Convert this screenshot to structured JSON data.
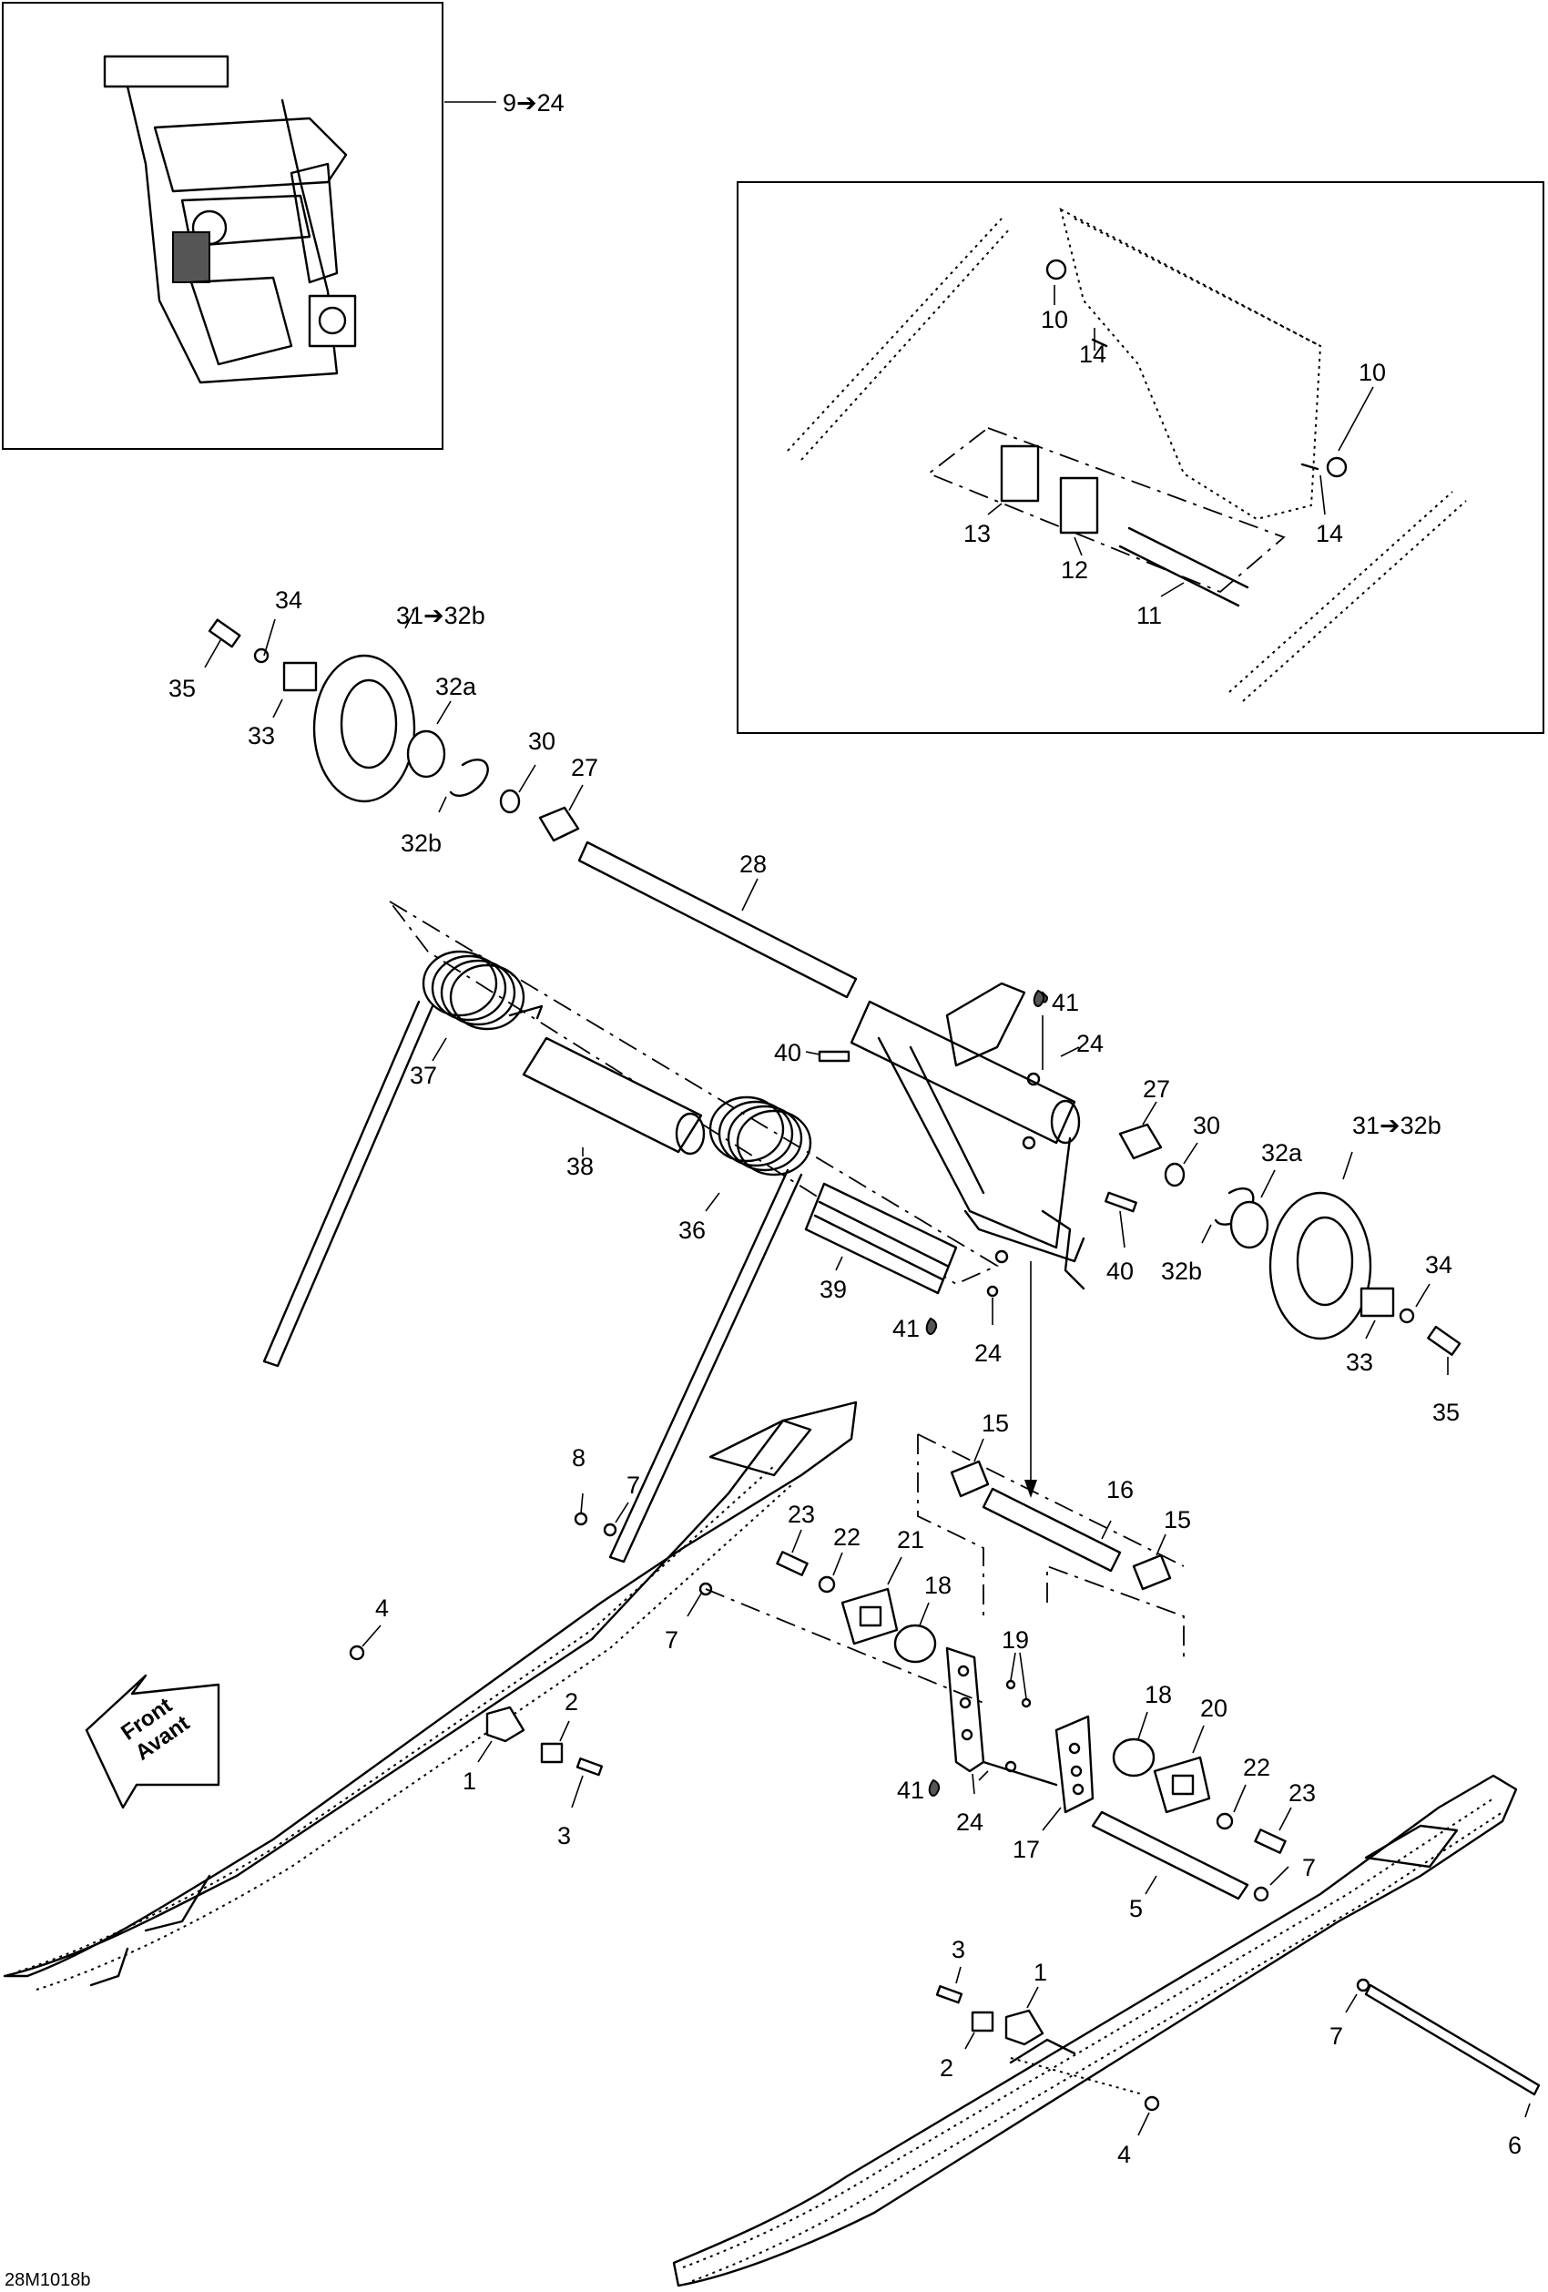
{
  "diagram": {
    "figure_code": "28M1018b",
    "front_label_line1": "Front",
    "front_label_line2": "Avant",
    "inset_reference": "9➔24",
    "callouts": {
      "c1a": "1",
      "c1b": "1",
      "c2a": "2",
      "c2b": "2",
      "c3a": "3",
      "c3b": "3",
      "c4a": "4",
      "c4b": "4",
      "c5": "5",
      "c6": "6",
      "c7a": "7",
      "c7b": "7",
      "c7c": "7",
      "c7d": "7",
      "c8": "8",
      "c10a": "10",
      "c10b": "10",
      "c11": "11",
      "c12": "12",
      "c13": "13",
      "c14a": "14",
      "c14b": "14",
      "c15a": "15",
      "c15b": "15",
      "c16": "16",
      "c17": "17",
      "c18a": "18",
      "c18b": "18",
      "c19": "19",
      "c20": "20",
      "c21": "21",
      "c22a": "22",
      "c22b": "22",
      "c23a": "23",
      "c23b": "23",
      "c24a": "24",
      "c24b": "24",
      "c24c": "24",
      "c27a": "27",
      "c27b": "27",
      "c28": "28",
      "c30a": "30",
      "c30b": "30",
      "c31a": "31➔32b",
      "c31b": "31➔32b",
      "c32aa": "32a",
      "c32ab": "32a",
      "c32ba": "32b",
      "c32bb": "32b",
      "c33a": "33",
      "c33b": "33",
      "c34a": "34",
      "c34b": "34",
      "c35a": "35",
      "c35b": "35",
      "c36": "36",
      "c37": "37",
      "c38": "38",
      "c39": "39",
      "c40a": "40",
      "c40b": "40",
      "c41a": "41",
      "c41b": "41",
      "c41c": "41"
    }
  }
}
